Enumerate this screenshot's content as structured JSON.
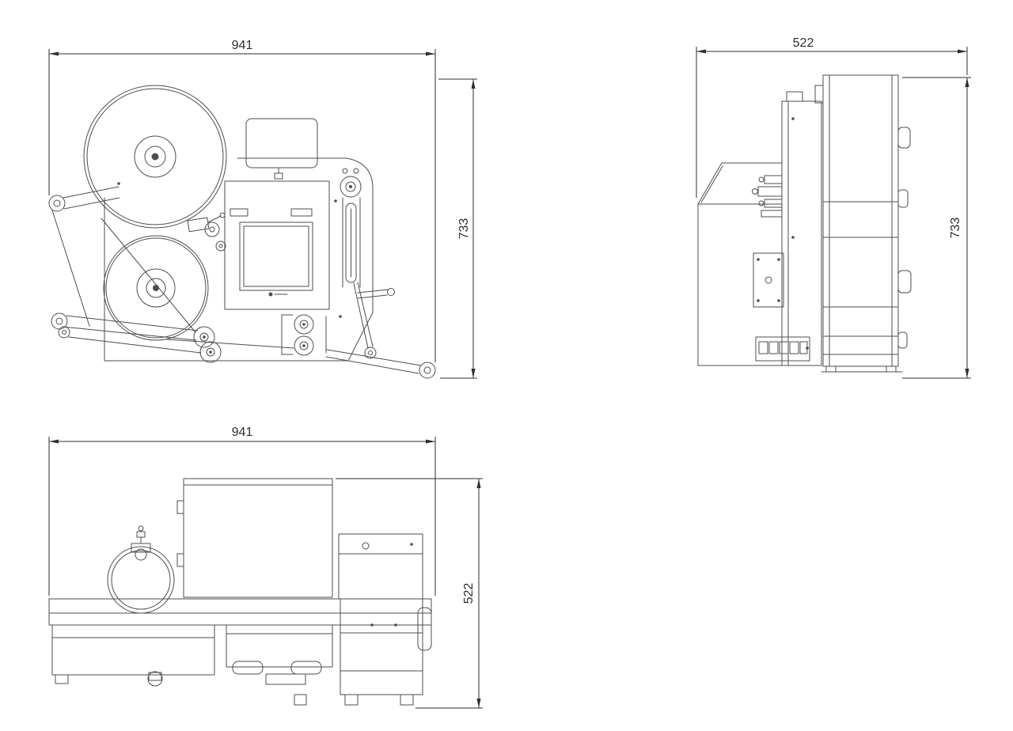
{
  "views": {
    "front": {
      "width_label": "941",
      "height_label": "733"
    },
    "side": {
      "width_label": "522",
      "height_label": "733"
    },
    "top": {
      "width_label": "941",
      "height_label": "522"
    }
  },
  "colors": {
    "line": "#4d4d4d",
    "dimension": "#2e2e2e",
    "background": "#ffffff"
  }
}
